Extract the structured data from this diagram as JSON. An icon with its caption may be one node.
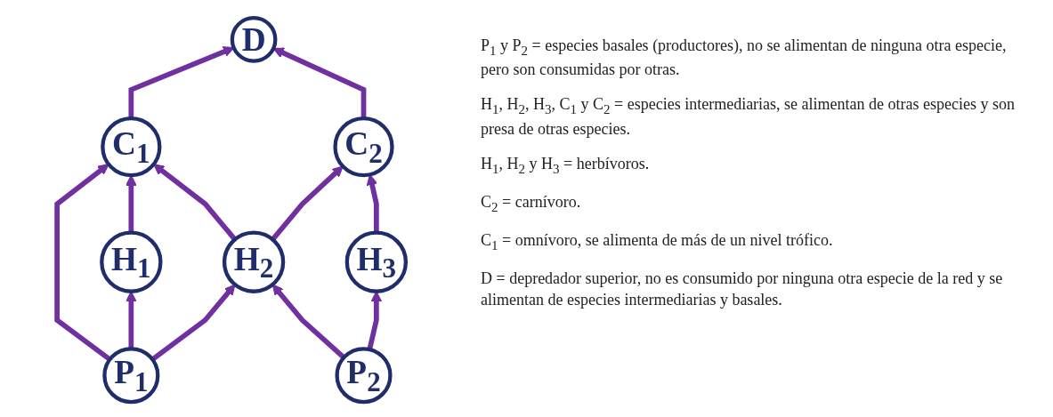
{
  "diagram": {
    "nodes": [
      {
        "text": [
          "D"
        ]
      },
      {
        "text": [
          "C$_{1}$"
        ]
      },
      {
        "text": [
          "C$_{2}$"
        ]
      },
      {
        "text": [
          "H$_{1}$"
        ]
      },
      {
        "text": [
          "H$_{2}$"
        ]
      },
      {
        "text": [
          "H$_{3}$"
        ]
      },
      {
        "text": [
          "P$_{1}$"
        ]
      },
      {
        "text": [
          "P$_{2}$"
        ]
      }
    ],
    "edges": [
      {
        "from": 1,
        "to": 0,
        "arrow": "to"
      },
      {
        "from": 2,
        "to": 0,
        "arrow": "to"
      },
      {
        "from": 3,
        "to": 1,
        "arrow": "to"
      },
      {
        "from": 4,
        "to": 1,
        "arrow": "to"
      },
      {
        "from": 6,
        "to": 1,
        "arrow": "to"
      },
      {
        "from": 4,
        "to": 2,
        "arrow": "to"
      },
      {
        "from": 5,
        "to": 2,
        "arrow": "to"
      },
      {
        "from": 6,
        "to": 3,
        "arrow": "to"
      },
      {
        "from": 6,
        "to": 4,
        "arrow": "to"
      },
      {
        "from": 7,
        "to": 4,
        "arrow": "to"
      },
      {
        "from": 7,
        "to": 5,
        "arrow": "to"
      }
    ],
    "labels": [
      "P$_{1}$ y P$_{2}$ = especies basales (productores), no se alimentan de ninguna otra especie, pero son consumidas por otras.",
      "H$_{1}$, H$_{2}$, H$_{3}$, C$_{1}$ y C$_{2}$ = especies intermediarias, se alimentan de otras especies y son presa de otras especies.",
      "H$_{1}$, H$_{2}$ y H$_{3}$ = herbívoros.",
      "C$_{2}$ = carnívoro.",
      "C$_{1}$ = omnívoro, se alimenta de más de un nivel trófico.",
      "D = depredador superior, no es consumido por ninguna otra especie de la red y se alimentan de especies intermediarias y basales."
    ]
  }
}
